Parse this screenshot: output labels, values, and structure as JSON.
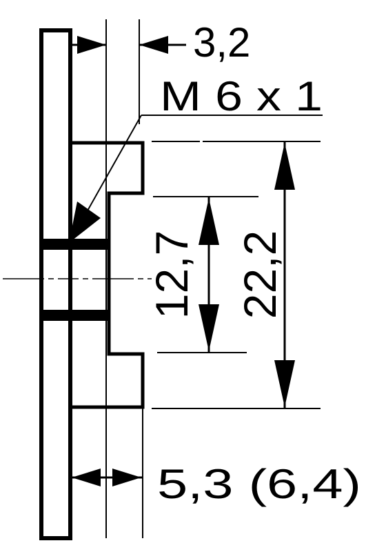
{
  "drawing": {
    "colors": {
      "ink": "#000000",
      "paper": "#ffffff"
    },
    "dimensions": {
      "gap_width": "3,2",
      "thread": "M 6 x 1",
      "small_step": "12,7",
      "large_step": "22,2",
      "base_width": "5,3 (6,4)"
    }
  }
}
